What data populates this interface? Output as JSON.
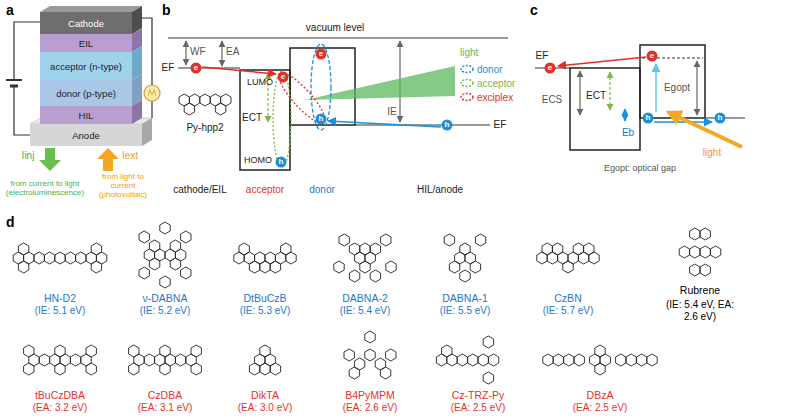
{
  "diagram": {
    "nodes": [
      {
        "text": [
          "Cathode"
        ]
      },
      {
        "text": [
          "EIL"
        ]
      },
      {
        "text": [
          "acceptor (n-type)"
        ]
      },
      {
        "text": [
          "donor (p-type)"
        ]
      },
      {
        "text": [
          "HIL"
        ]
      },
      {
        "text": [
          "Anode"
        ]
      }
    ],
    "labels": [
      "a",
      "Iinj",
      "Iext",
      "from current to light (electroluminescence)",
      "from light to current (photovoltaic)",
      "b",
      "vacuum level",
      "WF",
      "EF",
      "EA",
      "Py-hpp2",
      "LUMO",
      "HOMO",
      "ECT",
      "e",
      "e",
      "e",
      "h",
      "h",
      "h",
      "IE",
      "EF",
      "light",
      "cathode/EIL",
      "acceptor",
      "donor",
      "HIL/anode",
      "c",
      "EF",
      "ECS",
      "ECT",
      "Eb",
      "Egopt",
      "light",
      "Egopt: optical gap",
      "e",
      "e",
      "h",
      "h",
      "d",
      "HN-D2",
      "(IE: 5.1 eV)",
      "ν-DABNA",
      "(IE: 5.2 eV)",
      "DtBuCzB",
      "(IE: 5.3 eV)",
      "DABNA-2",
      "(IE: 5.4 eV)",
      "DABNA-1",
      "(IE: 5.5 eV)",
      "CzBN",
      "(IE: 5.7 eV)",
      "Rubrene",
      "(IE: 5.4 eV, EA: 2.6 eV)",
      "tBuCzDBA",
      "(EA: 3.2 eV)",
      "CzDBA",
      "(EA: 3.1 eV)",
      "DikTA",
      "(EA: 3.0 eV)",
      "B4PyMPM",
      "(EA: 2.6 eV)",
      "Cz-TRZ-Py",
      "(EA: 2.5 eV)",
      "DBzA",
      "(EA: 2.5 eV)"
    ],
    "legend": [
      {
        "text": "donor",
        "color": "#1e90d8"
      },
      {
        "text": "acceptor",
        "color": "#7ab648"
      },
      {
        "text": "exciplex",
        "color": "#e0302a"
      }
    ]
  }
}
